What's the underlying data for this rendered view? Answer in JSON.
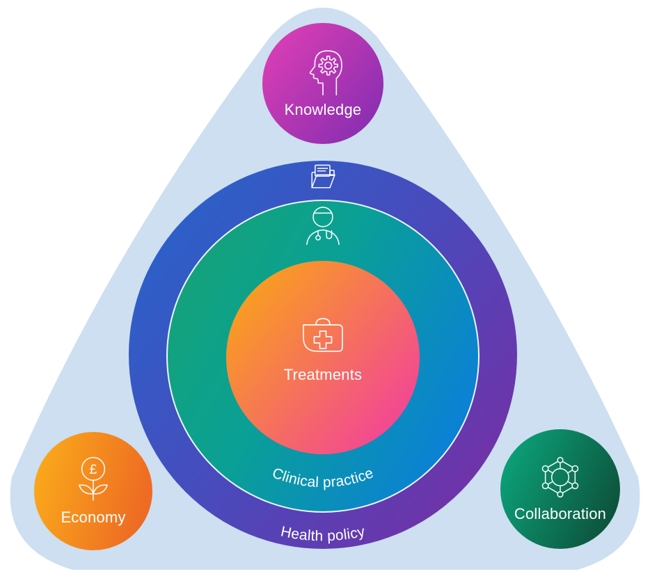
{
  "diagram": {
    "background": {
      "shape": "rounded-triangle",
      "color": "#cddff0"
    },
    "rings": [
      {
        "label": "Health policy",
        "icon": "folder-documents-icon",
        "gradient": [
          "#2d5fc8",
          "#7132a8"
        ]
      },
      {
        "label": "Clinical practice",
        "icon": "doctor-icon",
        "gradient": [
          "#16a376",
          "#0b80d7"
        ]
      },
      {
        "label": "Treatments",
        "icon": "medical-bag-icon",
        "gradient": [
          "#f9a11c",
          "#f2419c"
        ]
      }
    ],
    "satellites": [
      {
        "label": "Knowledge",
        "icon": "head-gear-icon",
        "position": "top",
        "gradient": [
          "#dc3eb4",
          "#8c2fb1"
        ]
      },
      {
        "label": "Economy",
        "icon": "pound-plant-icon",
        "glyph": "£",
        "position": "bottom-left",
        "gradient": [
          "#f9a61b",
          "#ee6b23"
        ]
      },
      {
        "label": "Collaboration",
        "icon": "network-icon",
        "position": "bottom-right",
        "gradient": [
          "#0ba37a",
          "#0d4e38"
        ]
      }
    ]
  }
}
